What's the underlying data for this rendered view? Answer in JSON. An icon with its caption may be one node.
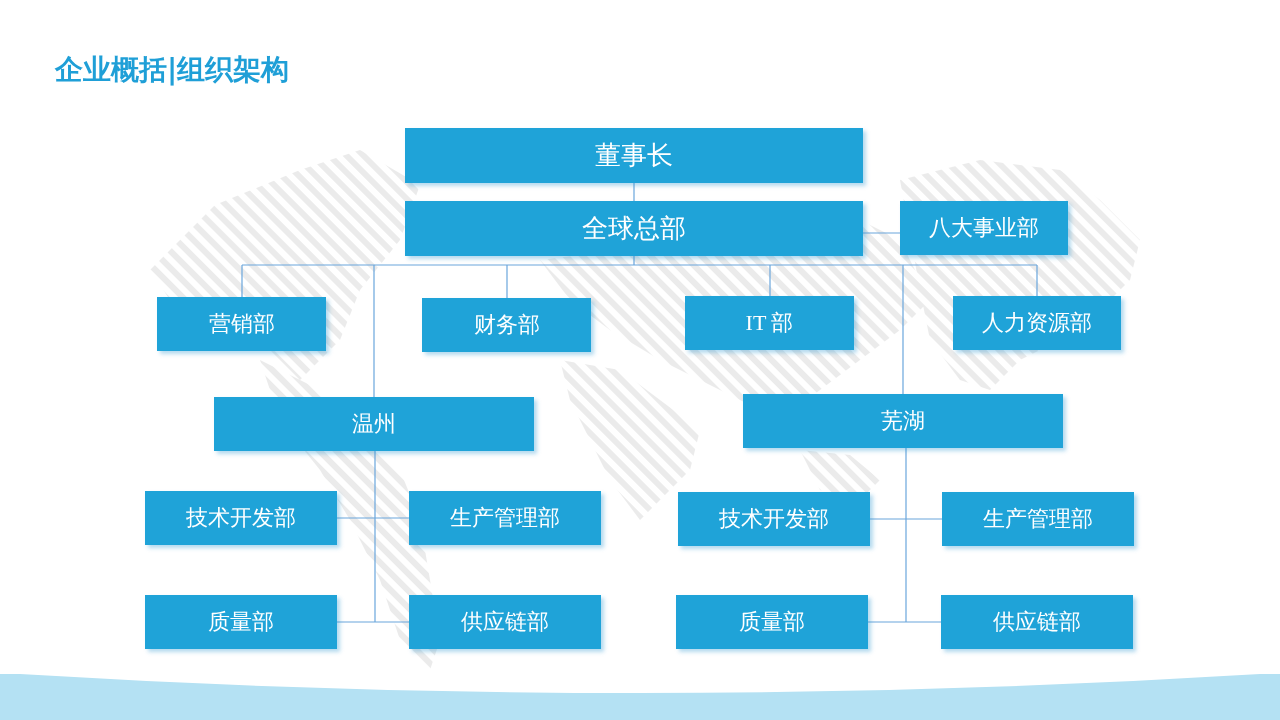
{
  "diagram": {
    "title": "企业概括|组织架构",
    "nodes": [
      {
        "text": [
          "董事长"
        ]
      },
      {
        "text": [
          "全球总部"
        ]
      },
      {
        "text": [
          "八大事业部"
        ]
      },
      {
        "text": [
          "营销部"
        ]
      },
      {
        "text": [
          "财务部"
        ]
      },
      {
        "text": [
          "IT 部"
        ]
      },
      {
        "text": [
          "人力资源部"
        ]
      },
      {
        "text": [
          "温州"
        ]
      },
      {
        "text": [
          "芜湖"
        ]
      },
      {
        "text": [
          "技术开发部"
        ]
      },
      {
        "text": [
          "生产管理部"
        ]
      },
      {
        "text": [
          "质量部"
        ]
      },
      {
        "text": [
          "供应链部"
        ]
      },
      {
        "text": [
          "技术开发部"
        ]
      },
      {
        "text": [
          "生产管理部"
        ]
      },
      {
        "text": [
          "质量部"
        ]
      },
      {
        "text": [
          "供应链部"
        ]
      }
    ],
    "edges": [
      {
        "from": 0,
        "to": 1,
        "arrow": "none"
      },
      {
        "from": 1,
        "to": 2,
        "arrow": "none"
      },
      {
        "from": 1,
        "to": 3,
        "arrow": "none"
      },
      {
        "from": 1,
        "to": 4,
        "arrow": "none"
      },
      {
        "from": 1,
        "to": 5,
        "arrow": "none"
      },
      {
        "from": 1,
        "to": 6,
        "arrow": "none"
      },
      {
        "from": 1,
        "to": 7,
        "arrow": "none"
      },
      {
        "from": 1,
        "to": 8,
        "arrow": "none"
      },
      {
        "from": 7,
        "to": 9,
        "arrow": "none"
      },
      {
        "from": 7,
        "to": 10,
        "arrow": "none"
      },
      {
        "from": 7,
        "to": 11,
        "arrow": "none"
      },
      {
        "from": 7,
        "to": 12,
        "arrow": "none"
      },
      {
        "from": 8,
        "to": 13,
        "arrow": "none"
      },
      {
        "from": 8,
        "to": 14,
        "arrow": "none"
      },
      {
        "from": 8,
        "to": 15,
        "arrow": "none"
      },
      {
        "from": 8,
        "to": 16,
        "arrow": "none"
      }
    ]
  }
}
